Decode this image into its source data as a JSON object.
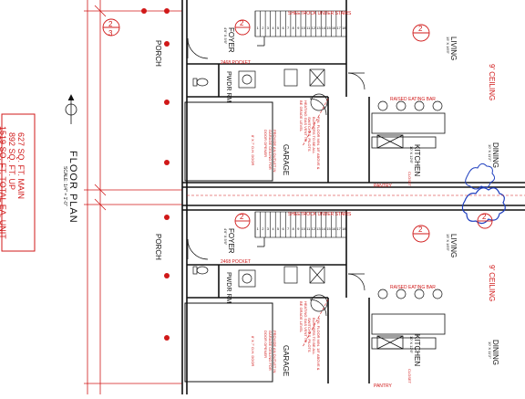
{
  "summary_box": {
    "line1": "627 SQ. FT. MAIN",
    "line2": "892 SQ. FT. UP",
    "line3": "1519 SQ. FT. TOTAL EA. UNIT"
  },
  "drawing_title": {
    "title": "FLOOR PLAN",
    "scale": "SCALE: 1/4\" = 1'-0\""
  },
  "unit_labels": {
    "porch": "PORCH",
    "foyer": "FOYER",
    "foyer_dim": "4'6\" X 5'6\"",
    "pwdr_rm": "PWDR RM",
    "garage": "GARAGE",
    "living": "LIVING",
    "living_dim": "15' X 16'5\"",
    "ceiling": "9' CEILING",
    "kitchen": "KITCHEN",
    "kitchen_dim": "10' X 12'6\"",
    "dining": "DINING",
    "dining_dim": "10' X 11'2\"",
    "pocket_door": "2468 POCKET",
    "raised_bar": "RAISED EATING BAR",
    "stair_note": "SHEETROCK UNDER STAIRS",
    "pantry": "PANTRY",
    "closet": "CLOSET",
    "outlet_note": "PROVIDE AN OUTLET IN GARAGE CEILING FOR DOOR OPENER",
    "garage_door": "8' X 7' O.H. DOOR",
    "fin_floor_note": "FIN. FLOOR MIN. 18\" ABOVE & BURNERS TO BE ALL SWITCHES, PILOTS",
    "gas_note": "HEATING GAS VENT TO BE GRADE LEVEL",
    "detail_ref": "2",
    "sheet_ref": "3"
  },
  "stair_steps": [
    "1",
    "2",
    "3",
    "4",
    "5",
    "6",
    "7",
    "8",
    "9",
    "10",
    "11",
    "12",
    "13",
    "14",
    "15",
    "16",
    "17",
    "18"
  ],
  "colors": {
    "linework": "#111111",
    "annotation": "#d01818",
    "revision_cloud": "#1f3fbf"
  }
}
